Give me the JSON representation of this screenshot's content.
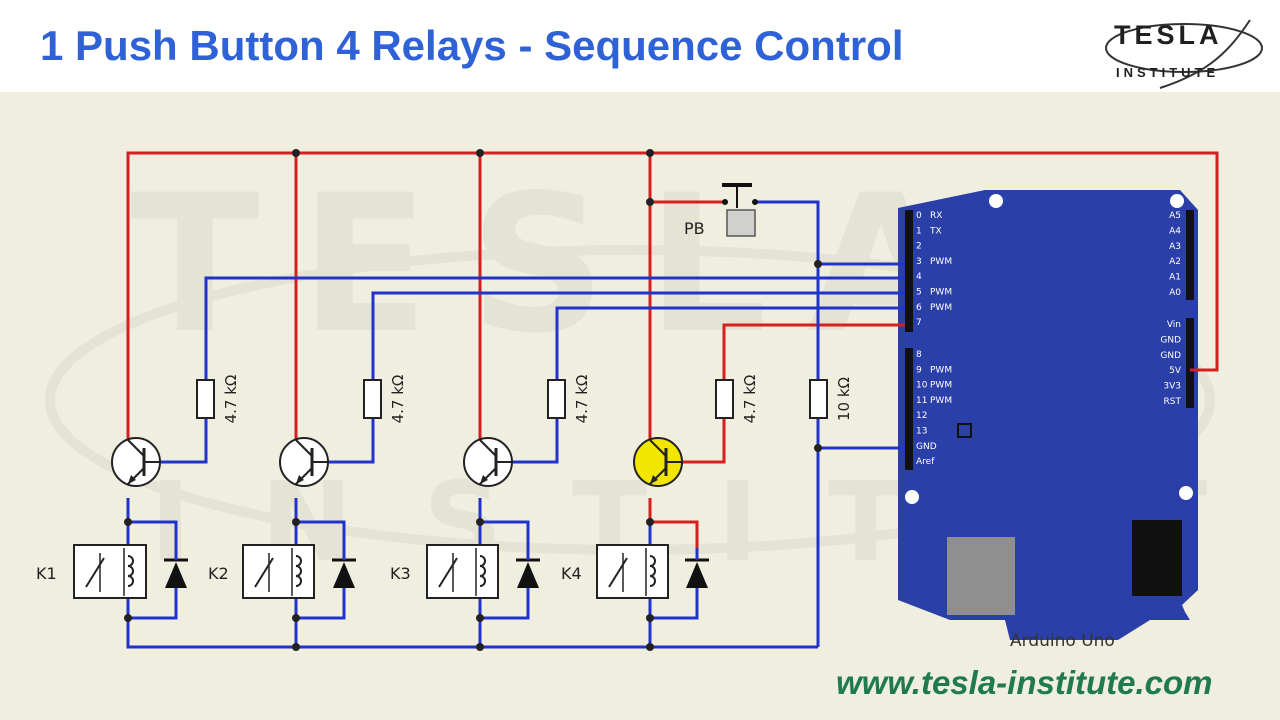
{
  "header": {
    "title": "1 Push Button 4 Relays - Sequence Control",
    "logo_line1": "TESLA",
    "logo_line2": "INSTITUTE"
  },
  "diagram": {
    "push_button": "PB",
    "resistor_base": "4.7 kΩ",
    "resistor_pulldown": "10 kΩ",
    "relays": [
      "K1",
      "K2",
      "K3",
      "K4"
    ],
    "board_name": "Arduino Uno",
    "pins_left": [
      "0",
      "1",
      "2",
      "3",
      "4",
      "5",
      "6",
      "7",
      "8",
      "9",
      "10",
      "11",
      "12",
      "13",
      "GND",
      "Aref"
    ],
    "pins_left_func": [
      "RX",
      "TX",
      "",
      "PWM",
      "",
      "PWM",
      "PWM",
      "",
      "",
      "PWM",
      "PWM",
      "PWM",
      "",
      "",
      "",
      ""
    ],
    "pins_right_analog": [
      "A5",
      "A4",
      "A3",
      "A2",
      "A1",
      "A0"
    ],
    "pins_right_power": [
      "Vin",
      "GND",
      "GND",
      "5V",
      "3V3",
      "RST"
    ],
    "watermark_line1": "TESLA",
    "watermark_line2": "INSTITUTE"
  },
  "footer": {
    "url": "www.tesla-institute.com"
  },
  "colors": {
    "title": "#2f62d6",
    "wire_power": "#d42020",
    "wire_signal": "#2233cc",
    "board": "#2b3fa8",
    "active_transistor": "#f2e600",
    "background": "#efeedf",
    "url": "#1f7a4d"
  }
}
